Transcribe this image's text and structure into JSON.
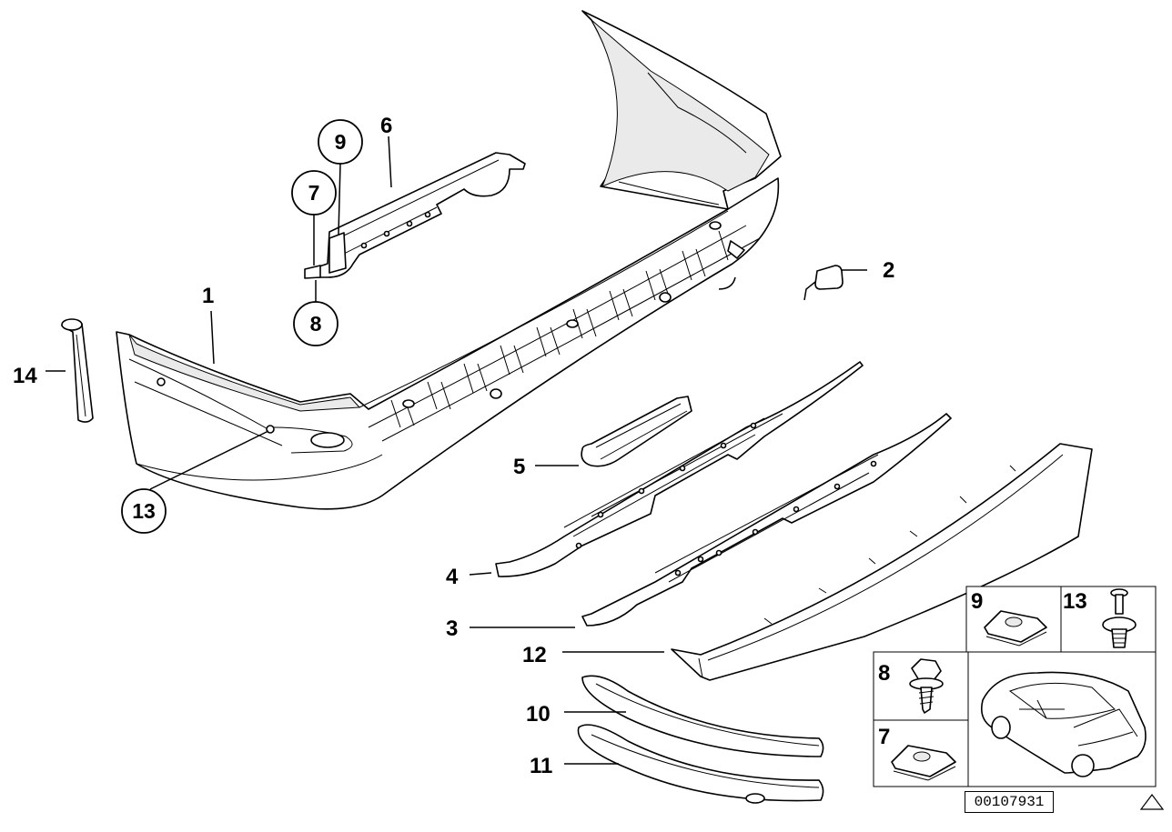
{
  "callouts": {
    "c1": "1",
    "c2": "2",
    "c3": "3",
    "c4": "4",
    "c5": "5",
    "c6": "6",
    "c7": "7",
    "c8": "8",
    "c9": "9",
    "c10": "10",
    "c11": "11",
    "c12": "12",
    "c13": "13",
    "c14": "14"
  },
  "legend": {
    "b9": "9",
    "b13": "13",
    "b8": "8",
    "b7": "7"
  },
  "doc_id": "00107931"
}
